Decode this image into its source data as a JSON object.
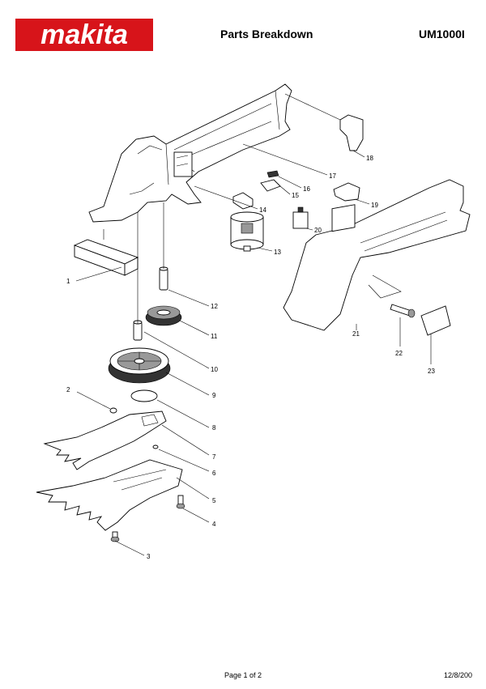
{
  "header": {
    "brand": "makita",
    "brand_color": "#d7141a",
    "title": "Parts Breakdown",
    "model": "UM1000I"
  },
  "parts": [
    {
      "num": "1"
    },
    {
      "num": "2"
    },
    {
      "num": "3"
    },
    {
      "num": "4"
    },
    {
      "num": "5"
    },
    {
      "num": "6"
    },
    {
      "num": "7"
    },
    {
      "num": "8"
    },
    {
      "num": "9"
    },
    {
      "num": "10"
    },
    {
      "num": "11"
    },
    {
      "num": "12"
    },
    {
      "num": "13"
    },
    {
      "num": "14"
    },
    {
      "num": "15"
    },
    {
      "num": "16"
    },
    {
      "num": "17"
    },
    {
      "num": "18"
    },
    {
      "num": "19"
    },
    {
      "num": "20"
    },
    {
      "num": "21"
    },
    {
      "num": "22"
    },
    {
      "num": "23"
    }
  ],
  "footer": {
    "page": "Page 1 of 2",
    "date": "12/8/200"
  }
}
